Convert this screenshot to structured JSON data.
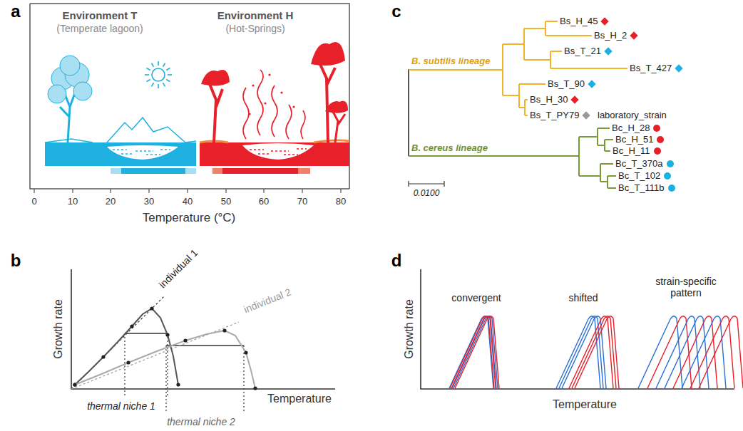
{
  "diagram": {
    "labels": [
      "a",
      "Environment T",
      "(Temperate lagoon)",
      "Environment H",
      "(Hot-Springs)",
      "0",
      "10",
      "20",
      "30",
      "40",
      "50",
      "60",
      "70",
      "80",
      "Temperature (°C)",
      "c",
      "B. subtilis lineage",
      "B. cereus lineage",
      "Bs_H_45",
      "Bs_H_2",
      "Bs_T_21",
      "Bs_T_427",
      "Bs_T_90",
      "Bs_H_30",
      "Bs_T_PY79",
      "laboratory_strain",
      "Bc_H_28",
      "Bc_H_51",
      "Bc_H_11",
      "Bc_T_370a",
      "Bc_T_102",
      "Bc_T_111b",
      "0.0100",
      "b",
      "Growth rate",
      "individual 1",
      "individual 2",
      "thermal niche 1",
      "thermal niche 2",
      "Temperature",
      "d",
      "Growth rate",
      "convergent",
      "shifted",
      "strain-specific pattern",
      "Temperature"
    ]
  }
}
